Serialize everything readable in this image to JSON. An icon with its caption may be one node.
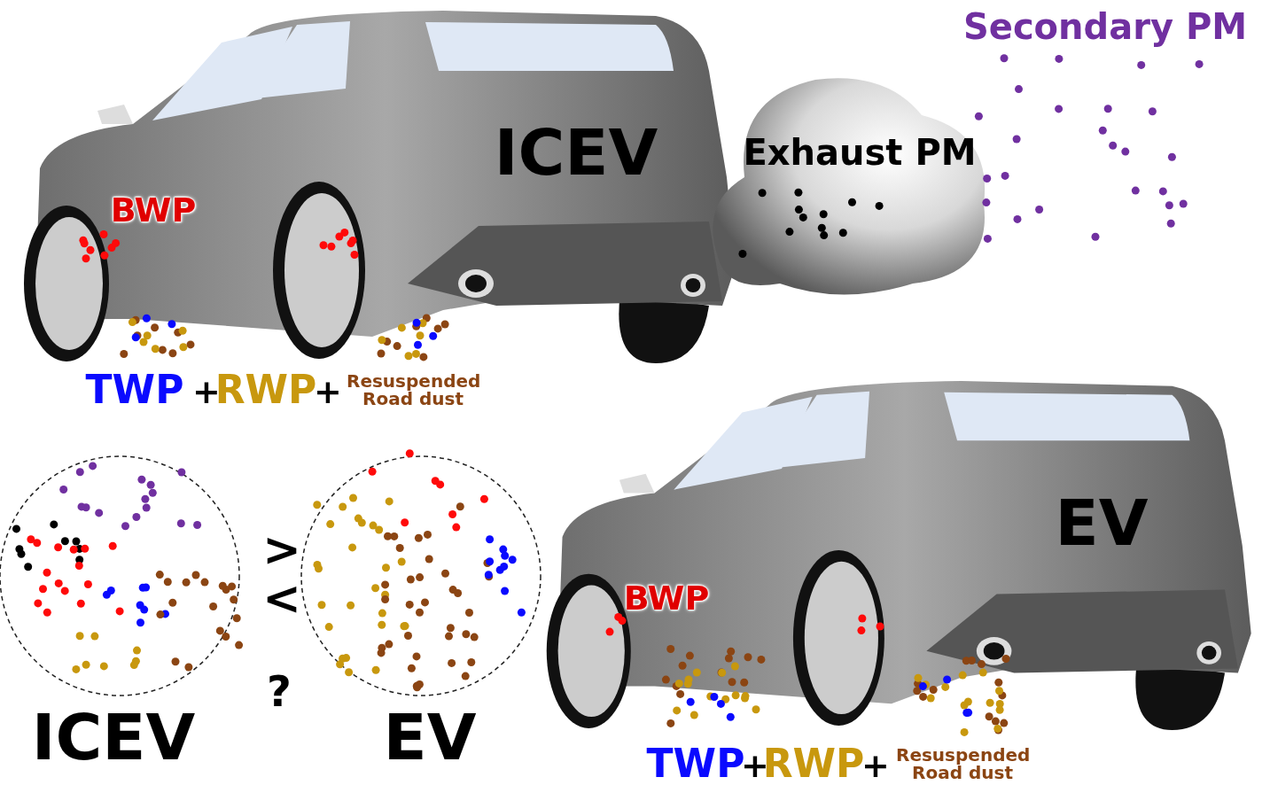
{
  "diagram": {
    "labels": [
      "Secondary PM",
      "ICEV",
      "Exhaust PM",
      "BWP",
      "TWP",
      "+",
      "RWP",
      "+",
      "Resuspended Road dust",
      ">",
      "<",
      "EV",
      "BWP",
      "?",
      "ICEV",
      "EV",
      "TWP",
      "+",
      "RWP",
      "+",
      "Resuspended Road dust"
    ]
  }
}
